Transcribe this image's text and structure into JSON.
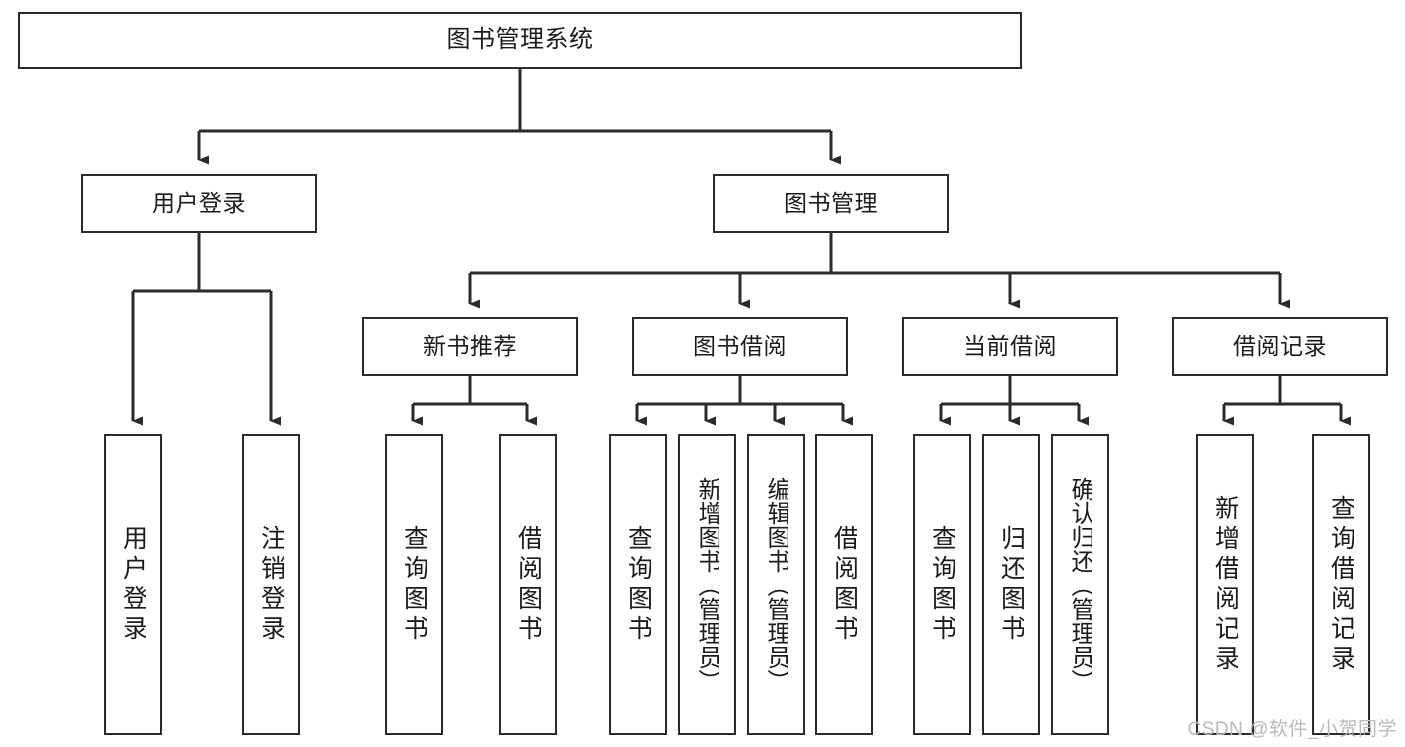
{
  "diagram": {
    "type": "tree",
    "title": "图书管理系统",
    "theme": {
      "background": "#ffffff",
      "box_border": "#2b2b2b",
      "box_fill": "#ffffff",
      "text": "#1b1b1b",
      "connector": "#2b2b2b",
      "watermark": "#b9b9b9"
    },
    "root": {
      "label": "图书管理系统"
    },
    "level2": [
      {
        "label": "用户登录"
      },
      {
        "label": "图书管理"
      }
    ],
    "level3": [
      {
        "label": "新书推荐"
      },
      {
        "label": "图书借阅"
      },
      {
        "label": "当前借阅"
      },
      {
        "label": "借阅记录"
      }
    ],
    "leaves": {
      "user_login": [
        {
          "label": "用户登录"
        },
        {
          "label": "注销登录"
        }
      ],
      "new_book": [
        {
          "label": "查询图书"
        },
        {
          "label": "借阅图书"
        }
      ],
      "borrow_book": [
        {
          "label": "查询图书"
        },
        {
          "label": "新增图书（管理员）"
        },
        {
          "label": "编辑图书（管理员）"
        },
        {
          "label": "借阅图书"
        }
      ],
      "current_borrow": [
        {
          "label": "查询图书"
        },
        {
          "label": "归还图书"
        },
        {
          "label": "确认归还（管理员）"
        }
      ],
      "borrow_record": [
        {
          "label": "新增借阅记录"
        },
        {
          "label": "查询借阅记录"
        }
      ]
    }
  },
  "watermark": {
    "text": "CSDN @软件_小贺同学"
  }
}
